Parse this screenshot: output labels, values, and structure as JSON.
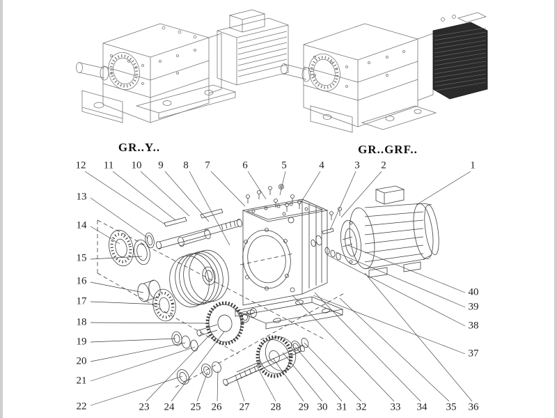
{
  "colors": {
    "line": "#3c3c3c",
    "faint": "#6f6f6f",
    "dark": "#2a2a2a",
    "edge": "#cfcfcf",
    "bg": "#ffffff"
  },
  "labels": {
    "left_model": "GR..Y..",
    "right_model": "GR..GRF.."
  },
  "callouts": {
    "top_row": [
      "12",
      "11",
      "10",
      "9",
      "8",
      "7",
      "6",
      "5",
      "4",
      "3",
      "2",
      "1"
    ],
    "left_column": [
      "13",
      "14",
      "15",
      "16",
      "17",
      "18",
      "19",
      "20",
      "21",
      "22"
    ],
    "bottom_row": [
      "23",
      "24",
      "25",
      "26",
      "27",
      "28",
      "29",
      "30",
      "31",
      "32",
      "33",
      "34",
      "35",
      "36"
    ],
    "right_column": [
      "40",
      "39",
      "38",
      "37"
    ]
  }
}
